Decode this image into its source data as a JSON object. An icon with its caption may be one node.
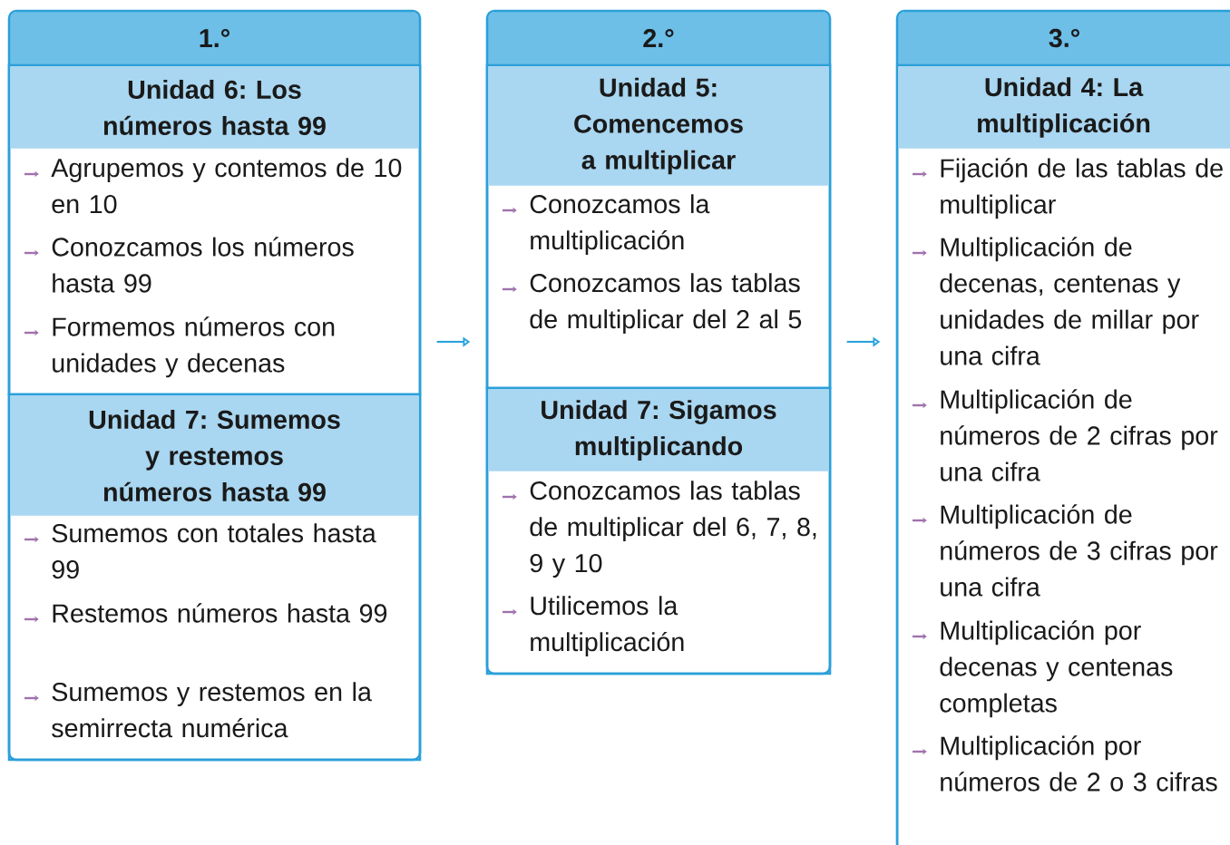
{
  "diagram": {
    "nodes": [
      {
        "text": [
          "1.°"
        ]
      },
      {
        "text": [
          "Unidad 6: Los números hasta 99",
          "Agrupemos y contemos de 10 en 10",
          "Conozcamos los números hasta 99",
          "Formemos números con unidades y decenas"
        ],
        "in": 0
      },
      {
        "text": [
          "Unidad 7: Sumemos y restemos números hasta 99",
          "Sumemos con totales hasta 99",
          "Restemos números hasta 99",
          "Sumemos y restemos en la semirrecta numérica"
        ],
        "in": 0
      },
      {
        "text": [
          "2.°"
        ]
      },
      {
        "text": [
          "Unidad 5: Comencemos a multiplicar",
          "Conozcamos la multiplicación",
          "Conozcamos las tablas de multiplicar del 2 al 5"
        ],
        "in": 3
      },
      {
        "text": [
          "Unidad 7: Sigamos multiplicando",
          "Conozcamos las tablas de multiplicar del 6, 7, 8, 9 y 10",
          "Utilicemos la multiplicación"
        ],
        "in": 3
      },
      {
        "text": [
          "3.°"
        ]
      },
      {
        "text": [
          "Unidad 4: La multiplicación",
          "Fijación de las tablas de multiplicar",
          "Multiplicación de decenas, centenas y unidades de millar por una cifra",
          "Multiplicación de números de 2 cifras por una cifra",
          "Multiplicación de números de 3 cifras por una cifra",
          "Multiplicación por decenas y centenas completas",
          "Multiplicación por números de 2 o 3 cifras"
        ],
        "in": 6
      }
    ],
    "edges": [
      {
        "from": 0,
        "to": 3,
        "arrow": "to"
      },
      {
        "from": 3,
        "to": 6,
        "arrow": "to"
      }
    ]
  }
}
